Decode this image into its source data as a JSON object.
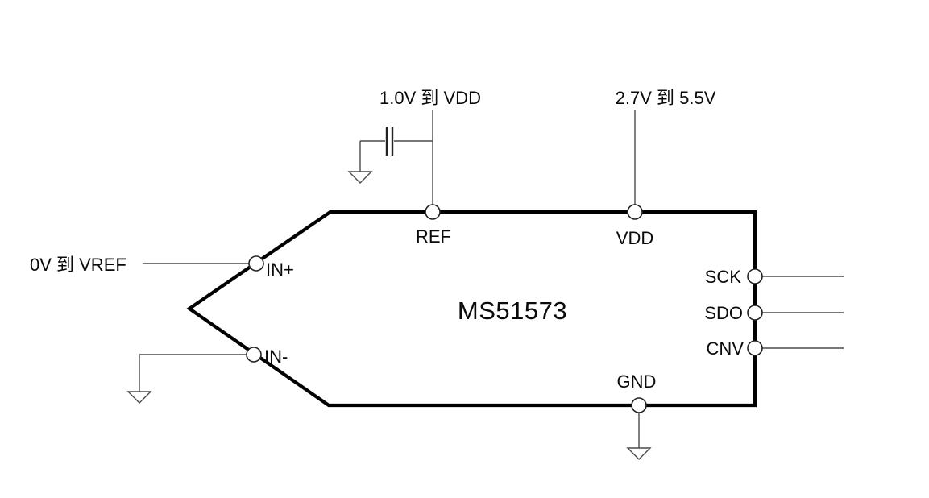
{
  "diagram": {
    "type": "circuit-schematic",
    "chip": {
      "name": "MS51573",
      "pins": {
        "ref": "REF",
        "vdd": "VDD",
        "in_plus": "IN+",
        "in_minus": "IN-",
        "sck": "SCK",
        "sdo": "SDO",
        "cnv": "CNV",
        "gnd": "GND"
      }
    },
    "annotations": {
      "ref_range": "1.0V 到 VDD",
      "vdd_range": "2.7V 到 5.5V",
      "in_plus_range": "0V 到 VREF"
    },
    "colors": {
      "outline": "#000000",
      "wire": "#4a4a4a",
      "text": "#0a0a0a",
      "background": "#ffffff"
    }
  }
}
